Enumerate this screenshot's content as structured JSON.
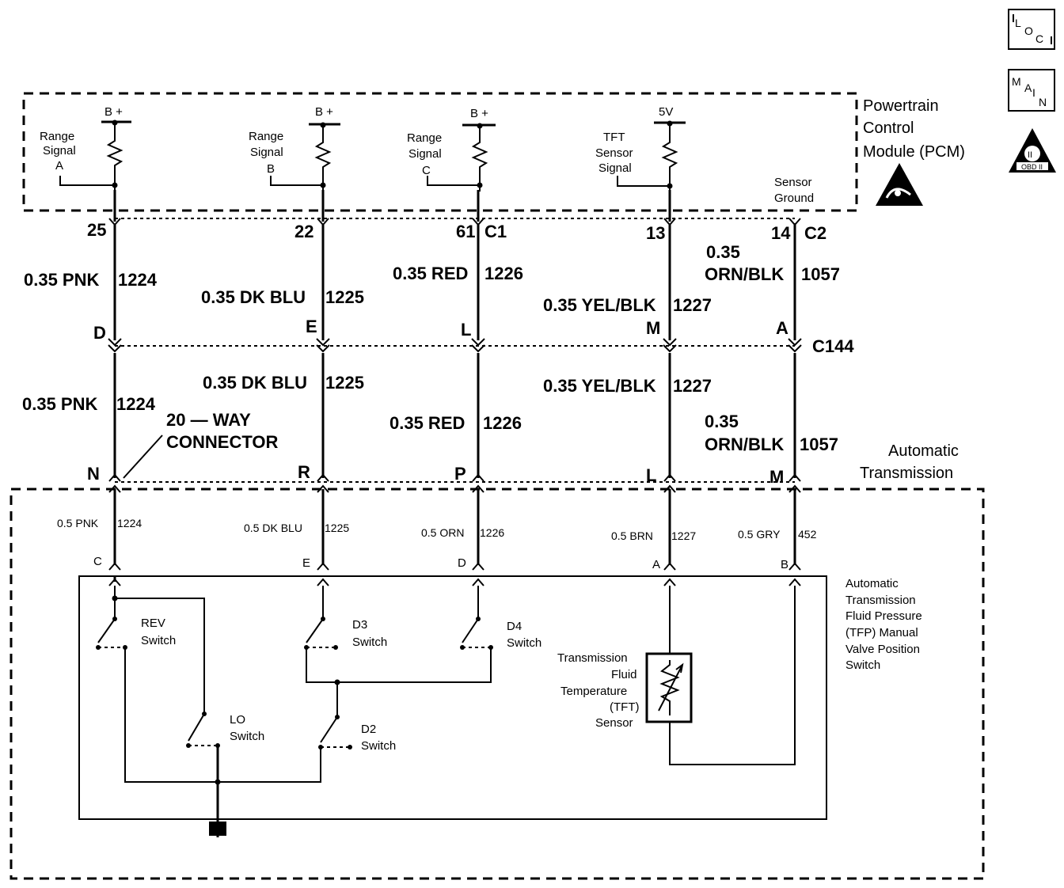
{
  "icons": {
    "loc": "loc-icon",
    "main": "main-icon",
    "obd": "obd-ii-icon",
    "esd": "esd-sensitive-icon"
  },
  "pcm": {
    "title_lines": [
      "Powertrain",
      "Control",
      "Module (PCM)"
    ],
    "range_a": [
      "Range",
      "Signal",
      "A"
    ],
    "range_b": [
      "Range",
      "Signal",
      "B"
    ],
    "range_c": [
      "Range",
      "Signal",
      "C"
    ],
    "tft_signal": [
      "TFT",
      "Sensor",
      "Signal"
    ],
    "sensor_ground": [
      "Sensor",
      "Ground"
    ],
    "bplus": "B +",
    "five_v": "5V"
  },
  "pins": {
    "p25": "25",
    "p22": "22",
    "p61": "61",
    "c1": "C1",
    "p13": "13",
    "p14": "14",
    "c2": "C2"
  },
  "wires_upper": {
    "w1": [
      "0.35 PNK",
      "1224"
    ],
    "w2": [
      "0.35 DK BLU",
      "1225"
    ],
    "w3": [
      "0.35 RED",
      "1226"
    ],
    "w4": [
      "0.35 YEL/BLK",
      "1227"
    ],
    "w5": [
      "0.35",
      "ORN/BLK",
      "1057"
    ]
  },
  "c144": {
    "name": "C144",
    "pins": [
      "D",
      "E",
      "L",
      "M",
      "A"
    ]
  },
  "wires_middle": {
    "w1": [
      "0.35 PNK",
      "1224"
    ],
    "w2": [
      "0.35 DK BLU",
      "1225"
    ],
    "w3": [
      "0.35 RED",
      "1226"
    ],
    "w4": [
      "0.35 YEL/BLK",
      "1227"
    ],
    "w5": [
      "0.35",
      "ORN/BLK",
      "1057"
    ]
  },
  "connector20": {
    "lines": [
      "20 — WAY",
      "CONNECTOR"
    ],
    "pins": [
      "N",
      "R",
      "P",
      "L",
      "M"
    ]
  },
  "trans_title": [
    "Automatic",
    "Transmission"
  ],
  "wires_lower": {
    "w1": [
      "0.5 PNK",
      "1224"
    ],
    "w2": [
      "0.5 DK BLU",
      "1225"
    ],
    "w3": [
      "0.5 ORN",
      "1226"
    ],
    "w4": [
      "0.5 BRN",
      "1227"
    ],
    "w5": [
      "0.5 GRY",
      "452"
    ]
  },
  "tfp_pins": [
    "C",
    "E",
    "D",
    "A",
    "B"
  ],
  "tfp_title": [
    "Automatic",
    "Transmission",
    "Fluid Pressure",
    "(TFP) Manual",
    "Valve Position",
    "Switch"
  ],
  "switches": {
    "rev": [
      "REV",
      "Switch"
    ],
    "d3": [
      "D3",
      "Switch"
    ],
    "d4": [
      "D4",
      "Switch"
    ],
    "lo": [
      "LO",
      "Switch"
    ],
    "d2": [
      "D2",
      "Switch"
    ]
  },
  "tft_sensor": [
    "Transmission",
    "Fluid",
    "Temperature",
    "(TFT)",
    "Sensor"
  ]
}
